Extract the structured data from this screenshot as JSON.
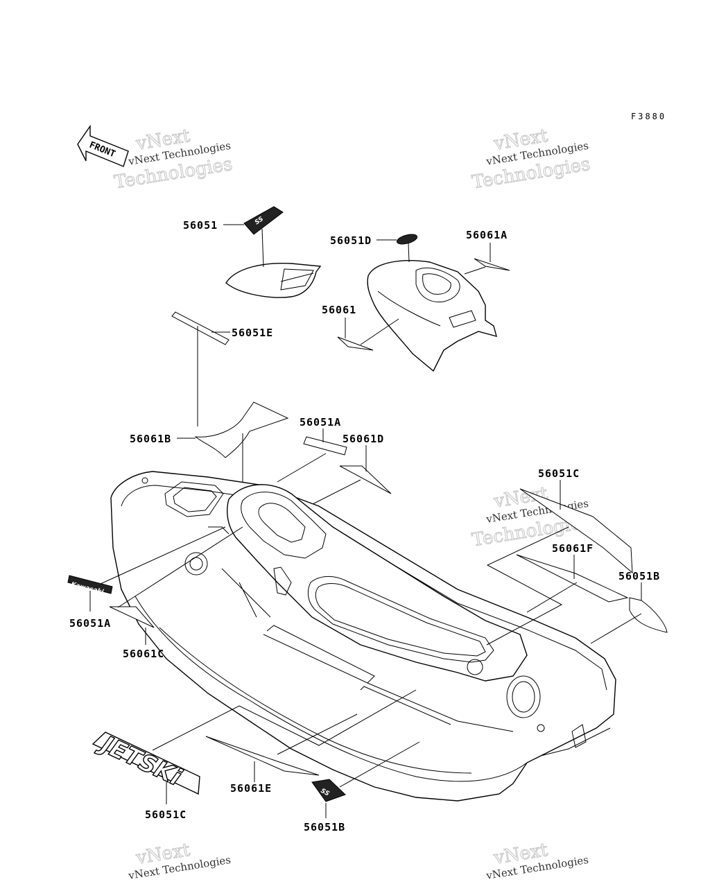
{
  "figure_id": "F3880",
  "front_arrow_label": "FRONT",
  "watermark_small": "vNext Technologies",
  "watermark_top": "vNext",
  "watermark_bottom": "Technologies",
  "decal_kawasaki_text": "Kawasaki",
  "decal_jetski_text": "JETSKi",
  "decal_ss_text": "SS",
  "parts": {
    "p56051": "56051",
    "p56051D": "56051D",
    "p56061A": "56061A",
    "p56061": "56061",
    "p56051E": "56051E",
    "p56061B": "56061B",
    "p56051A_top": "56051A",
    "p56061D": "56061D",
    "p56051C_right": "56051C",
    "p56061F": "56061F",
    "p56051B_right": "56051B",
    "p56051A_left": "56051A",
    "p56061C": "56061C",
    "p56061E": "56061E",
    "p56051C_bottom": "56051C",
    "p56051B_bottom": "56051B"
  }
}
